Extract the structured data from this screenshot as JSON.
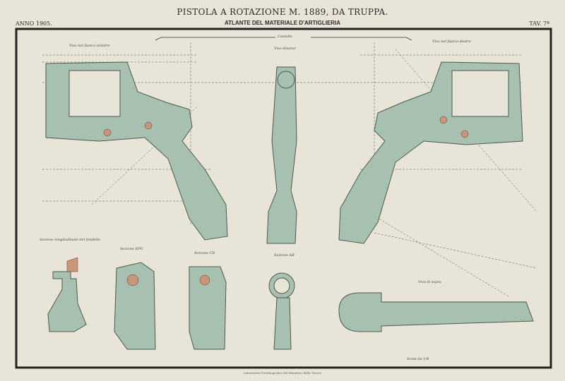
{
  "header": {
    "title": "PISTOLA A ROTAZIONE M. 1889, DA TRUPPA.",
    "subtitle": "ATLANTE DEL MATERIALE D'ARTIGLIERIA",
    "year": "ANNO 1905.",
    "plate": "TAV. 7ª"
  },
  "views": {
    "left_side": "Viso nel fianco sinistro",
    "castello": "Castello",
    "front": "Viso dinanzi",
    "right_side": "Viso nel fianco destro",
    "section_base": "Sezione longitudinale del fondello",
    "section_efg": "Sezione EFG",
    "section_cd": "Sezione CD",
    "section_ab": "Sezione AB",
    "top": "Viso di sopra",
    "scale": "Scala da 1/4"
  },
  "footer": "Laboratorio Fotolitografico del Ministero della Guerra",
  "colors": {
    "paper": "#e9e4d8",
    "fill": "#a8c0b0",
    "stroke": "#4b5a52",
    "accent": "#c9967a"
  }
}
